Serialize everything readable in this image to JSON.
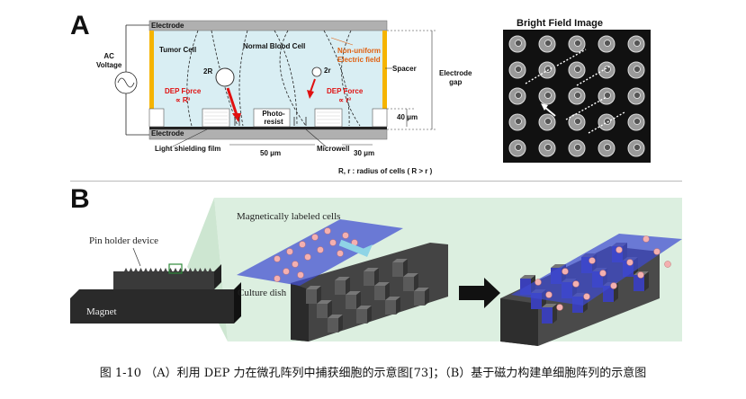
{
  "panel_a": {
    "letter": "A",
    "electrode_top": "Electrode",
    "electrode_bottom": "Electrode",
    "ac_voltage_line1": "AC",
    "ac_voltage_line2": "Voltage",
    "tumor_cell": "Tumor Cell",
    "normal_blood_cell": "Normal Blood Cell",
    "nonuniform_line1": "Non-uniform",
    "nonuniform_line2": "Electric field",
    "spacer": "Spacer",
    "electrode_gap_line1": "Electrode",
    "electrode_gap_line2": "gap",
    "radius_big": "2R",
    "radius_small": "2r",
    "dep_force_left_line1": "DEP Force",
    "dep_force_left_line2": "∝ R³",
    "dep_force_right_line1": "DEP Force",
    "dep_force_right_line2": "∝ r³",
    "photoresist_line1": "Photo-",
    "photoresist_line2": "resist",
    "height_40": "40 μm",
    "light_shielding": "Light shielding film",
    "width_50": "50 μm",
    "microwell": "Microwell",
    "width_30": "30 μm",
    "radius_note": "R, r : radius of cells ( R > r )",
    "bright_field_title": "Bright Field Image"
  },
  "panel_b": {
    "letter": "B",
    "pin_holder": "Pin holder device",
    "magnet": "Magnet",
    "magnetic_cells": "Magnetically labeled cells",
    "culture_dish": "Culture dish"
  },
  "caption": "图 1-10 （A）利用 DEP 力在微孔阵列中捕获细胞的示意图[73]；（B）基于磁力构建单细胞阵列的示意图",
  "colors": {
    "chamber_bg": "#d9eef3",
    "electrode": "#aaaaaa",
    "spacer": "#f5b400",
    "force_arrow": "#e01010",
    "nonuniform_text": "#e06010",
    "glass_plane": "#3f4bd0",
    "cell_pink": "#f4b0b0",
    "pillar_gray": "#5a5a5a",
    "panel_b_bg": "#dcefe0"
  }
}
